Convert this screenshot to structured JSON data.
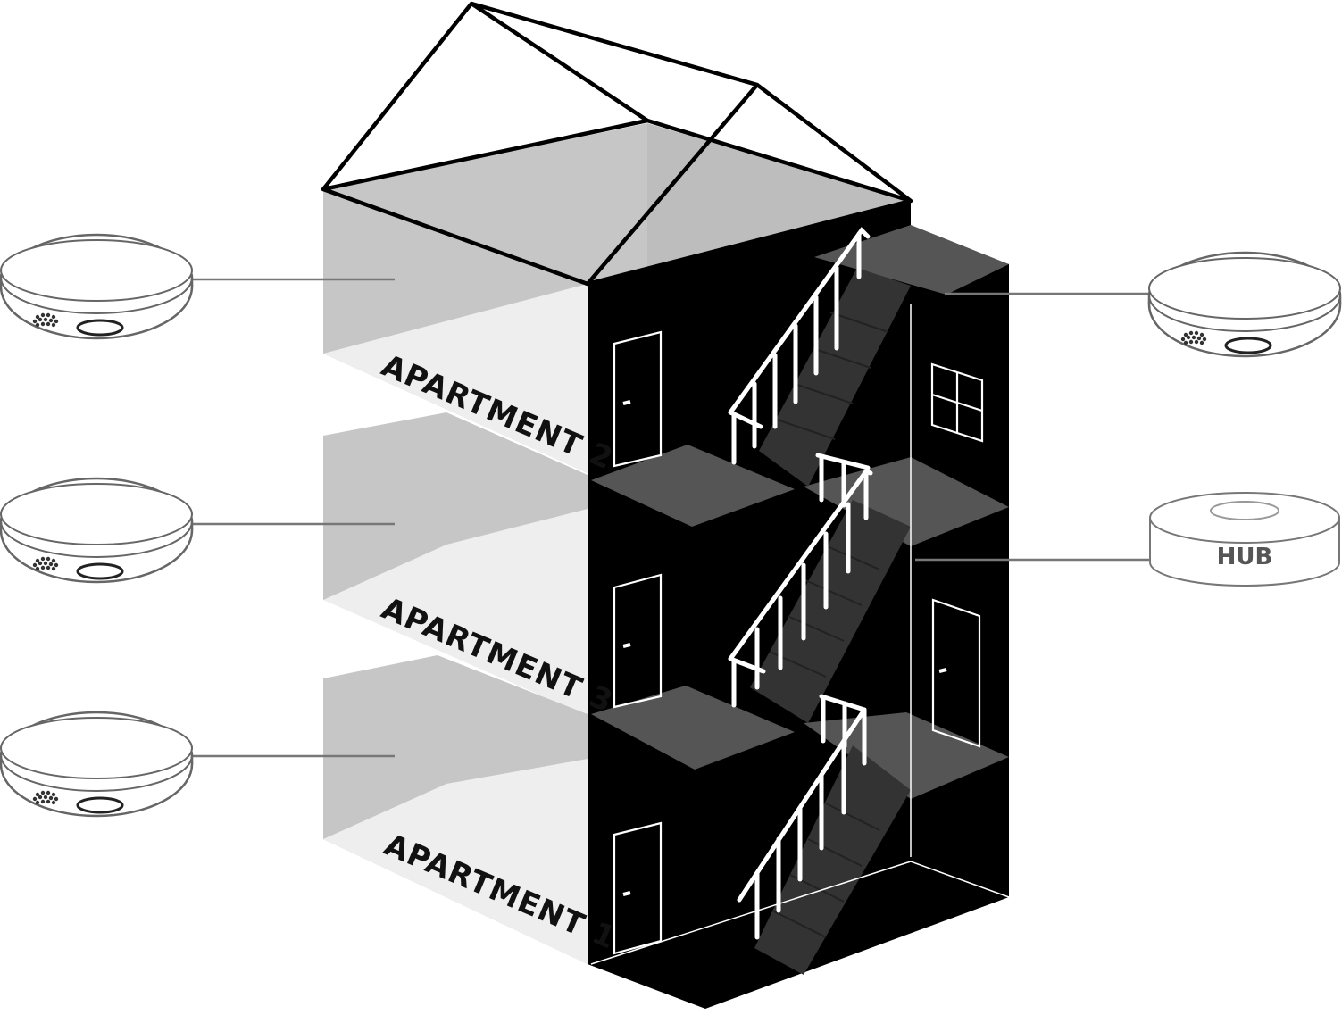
{
  "building": {
    "floors": [
      {
        "label": "APARTMENT 2",
        "level": "top"
      },
      {
        "label": "APARTMENT 3",
        "level": "middle"
      },
      {
        "label": "APARTMENT 1",
        "level": "bottom"
      }
    ]
  },
  "devices": {
    "left_detectors": [
      {
        "name": "smoke-detector",
        "room": "APARTMENT 2"
      },
      {
        "name": "smoke-detector",
        "room": "APARTMENT 3"
      },
      {
        "name": "smoke-detector",
        "room": "APARTMENT 1"
      }
    ],
    "right_detector": {
      "name": "smoke-detector",
      "location": "stairwell"
    },
    "hub": {
      "label": "HUB"
    }
  },
  "colors": {
    "wall_light": "#c6c6c6",
    "floor_light": "#eeeeee",
    "stairwell": "#000000",
    "landing": "#555555",
    "device_outline": "#666666",
    "connector": "#777777"
  }
}
